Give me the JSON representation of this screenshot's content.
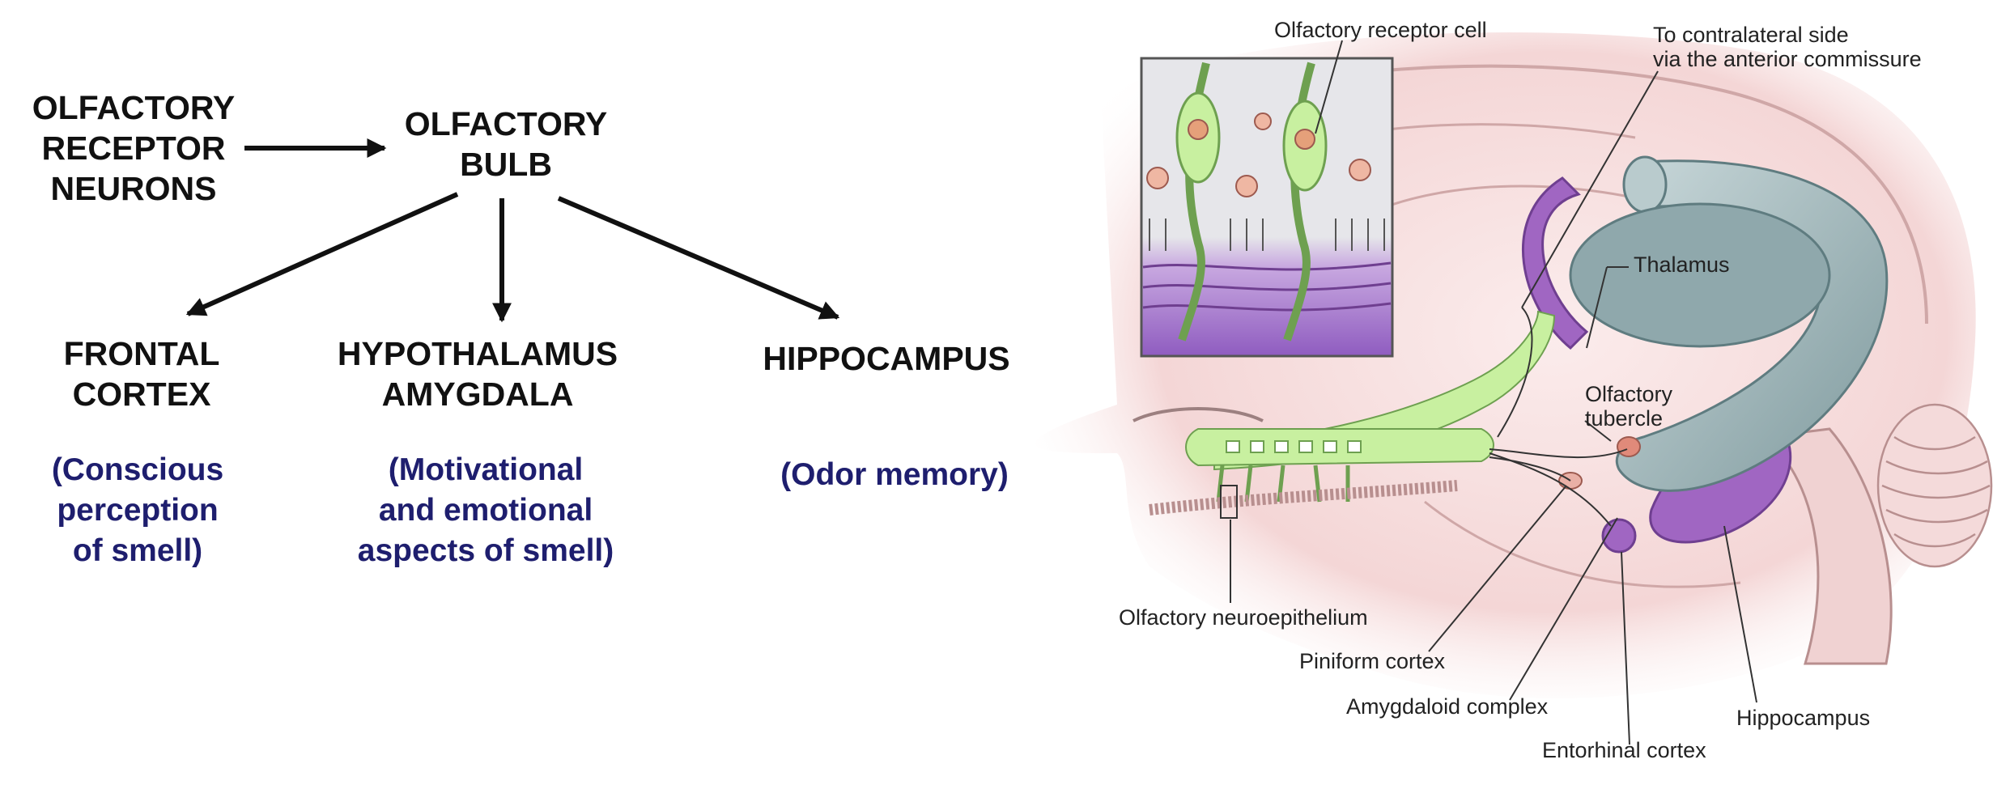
{
  "colors": {
    "flow_text": "#111111",
    "function_text": "#1e1e6e",
    "ventricle": "#9fb5b8",
    "purple": "#a066c2",
    "green": "#c8f0a0",
    "pink": "#f6dede"
  },
  "flowchart": {
    "receptor_neurons": "OLFACTORY\nRECEPTOR\nNEURONS",
    "olfactory_bulb": "OLFACTORY\nBULB",
    "frontal_cortex": "FRONTAL\nCORTEX",
    "hypothalamus_amygdala": "HYPOTHALAMUS\nAMYGDALA",
    "hippocampus": "HIPPOCAMPUS",
    "frontal_function": "(Conscious\nperception\n of smell)",
    "hypothalamus_function": "(Motivational\nand emotional\naspects  of smell)",
    "hippocampus_function": "(Odor memory)"
  },
  "anatomy": {
    "olfactory_receptor_cell": "Olfactory receptor cell",
    "contralateral": "To contralateral side\nvia the anterior commissure",
    "thalamus": "Thalamus",
    "olfactory_tubercle": "Olfactory\ntubercle",
    "olfactory_neuroepithelium": "Olfactory neuroepithelium",
    "piriform_cortex": "Piniform cortex",
    "amygdaloid_complex": "Amygdaloid complex",
    "hippocampus": "Hippocampus",
    "entorhinal_cortex": "Entorhinal cortex"
  }
}
